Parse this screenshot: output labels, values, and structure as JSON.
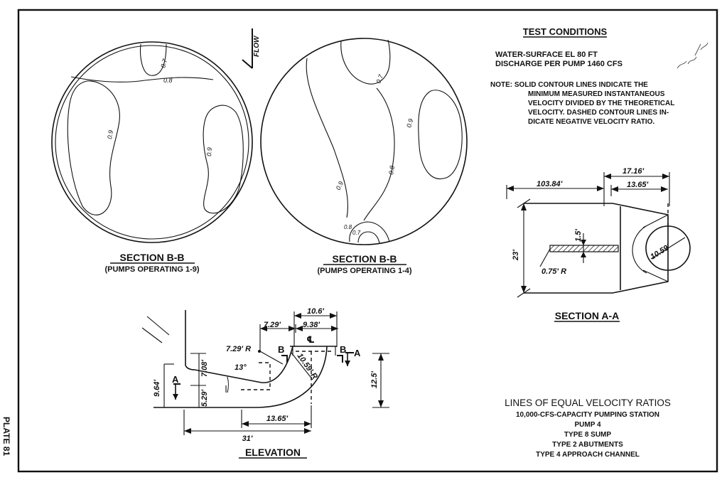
{
  "plate": "PLATE 81",
  "test_conditions": {
    "title": "TEST CONDITIONS",
    "line1": "WATER-SURFACE EL 80 FT",
    "line2": "DISCHARGE PER PUMP 1460 CFS",
    "note_lines": [
      "NOTE: SOLID CONTOUR LINES INDICATE THE",
      "MINIMUM MEASURED INSTANTANEOUS",
      "VELOCITY DIVIDED BY THE THEORETICAL",
      "VELOCITY.  DASHED CONTOUR LINES IN-",
      "DICATE NEGATIVE VELOCITY RATIO."
    ]
  },
  "flow_label": "FLOW",
  "section1": {
    "title": "SECTION B-B",
    "subtitle": "(PUMPS OPERATING 1-9)",
    "contours": [
      "0.7",
      "0.8",
      "0.9",
      "0.9"
    ]
  },
  "section2": {
    "title": "SECTION B-B",
    "subtitle": "(PUMPS OPERATING 1-4)",
    "contours": [
      "0.7",
      "0.9",
      "0.9",
      "0.8",
      "0.8",
      "0.7"
    ]
  },
  "section_aa": {
    "title": "SECTION A-A",
    "dims": {
      "length": "103.84'",
      "top_width": "17.16'",
      "inner_width": "13.65'",
      "height": "23'",
      "thickness": "1.5'",
      "radius": "0.75' R",
      "diameter": "10.59'"
    }
  },
  "elevation": {
    "title": "ELEVATION",
    "dims": {
      "d106": "10.6'",
      "d729": "7.29'",
      "d938": "9.38'",
      "d729r": "7.29' R",
      "angle": "13°",
      "d708": "7.08'",
      "d964": "9.64'",
      "d529": "5.29'",
      "d1059r": "10.59' R",
      "d125": "12.5'",
      "d1365": "13.65'",
      "d31": "31'"
    },
    "markers": {
      "a": "A",
      "b": "B",
      "cl": "℄"
    }
  },
  "caption": {
    "title": "LINES OF EQUAL VELOCITY RATIOS",
    "lines": [
      "10,000-CFS-CAPACITY PUMPING STATION",
      "PUMP 4",
      "TYPE 8 SUMP",
      "TYPE 2 ABUTMENTS",
      "TYPE 4 APPROACH CHANNEL"
    ]
  }
}
